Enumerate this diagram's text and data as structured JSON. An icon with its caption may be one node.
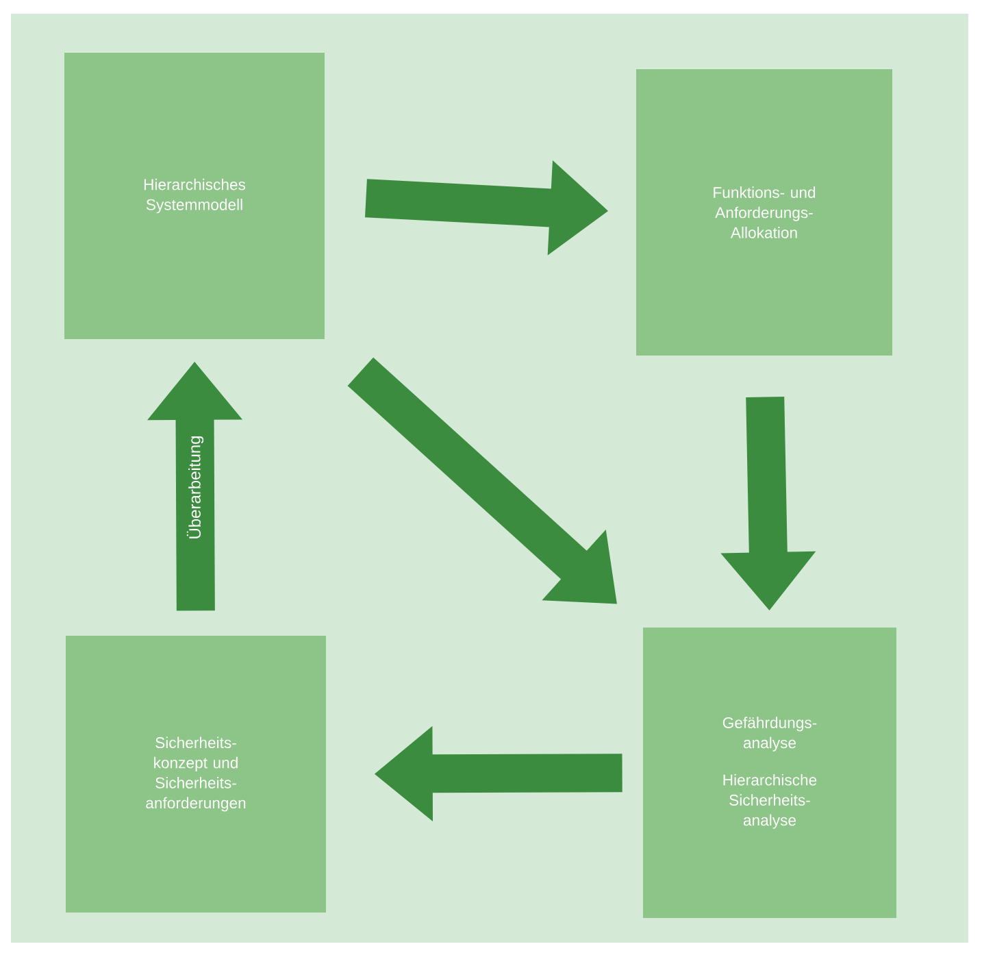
{
  "diagram": {
    "nodes": [
      {
        "text": [
          "Hierarchisches Systemmodell"
        ]
      },
      {
        "text": [
          "Funktions- und Anforderungs- Allokation"
        ]
      },
      {
        "text": [
          "Gefährdungs- analyse",
          "Hierarchische Sicherheits- analyse"
        ]
      },
      {
        "text": [
          "Sicherheits- konzept und Sicherheits- anforderungen"
        ]
      }
    ],
    "edges": [
      {
        "from": 0,
        "to": 1,
        "arrow": "to"
      },
      {
        "from": 1,
        "to": 2,
        "arrow": "to"
      },
      {
        "from": 0,
        "to": 2,
        "arrow": "to"
      },
      {
        "from": 2,
        "to": 3,
        "arrow": "to"
      },
      {
        "from": 3,
        "to": 0,
        "arrow": "to",
        "label": "Überarbeitung"
      }
    ]
  }
}
